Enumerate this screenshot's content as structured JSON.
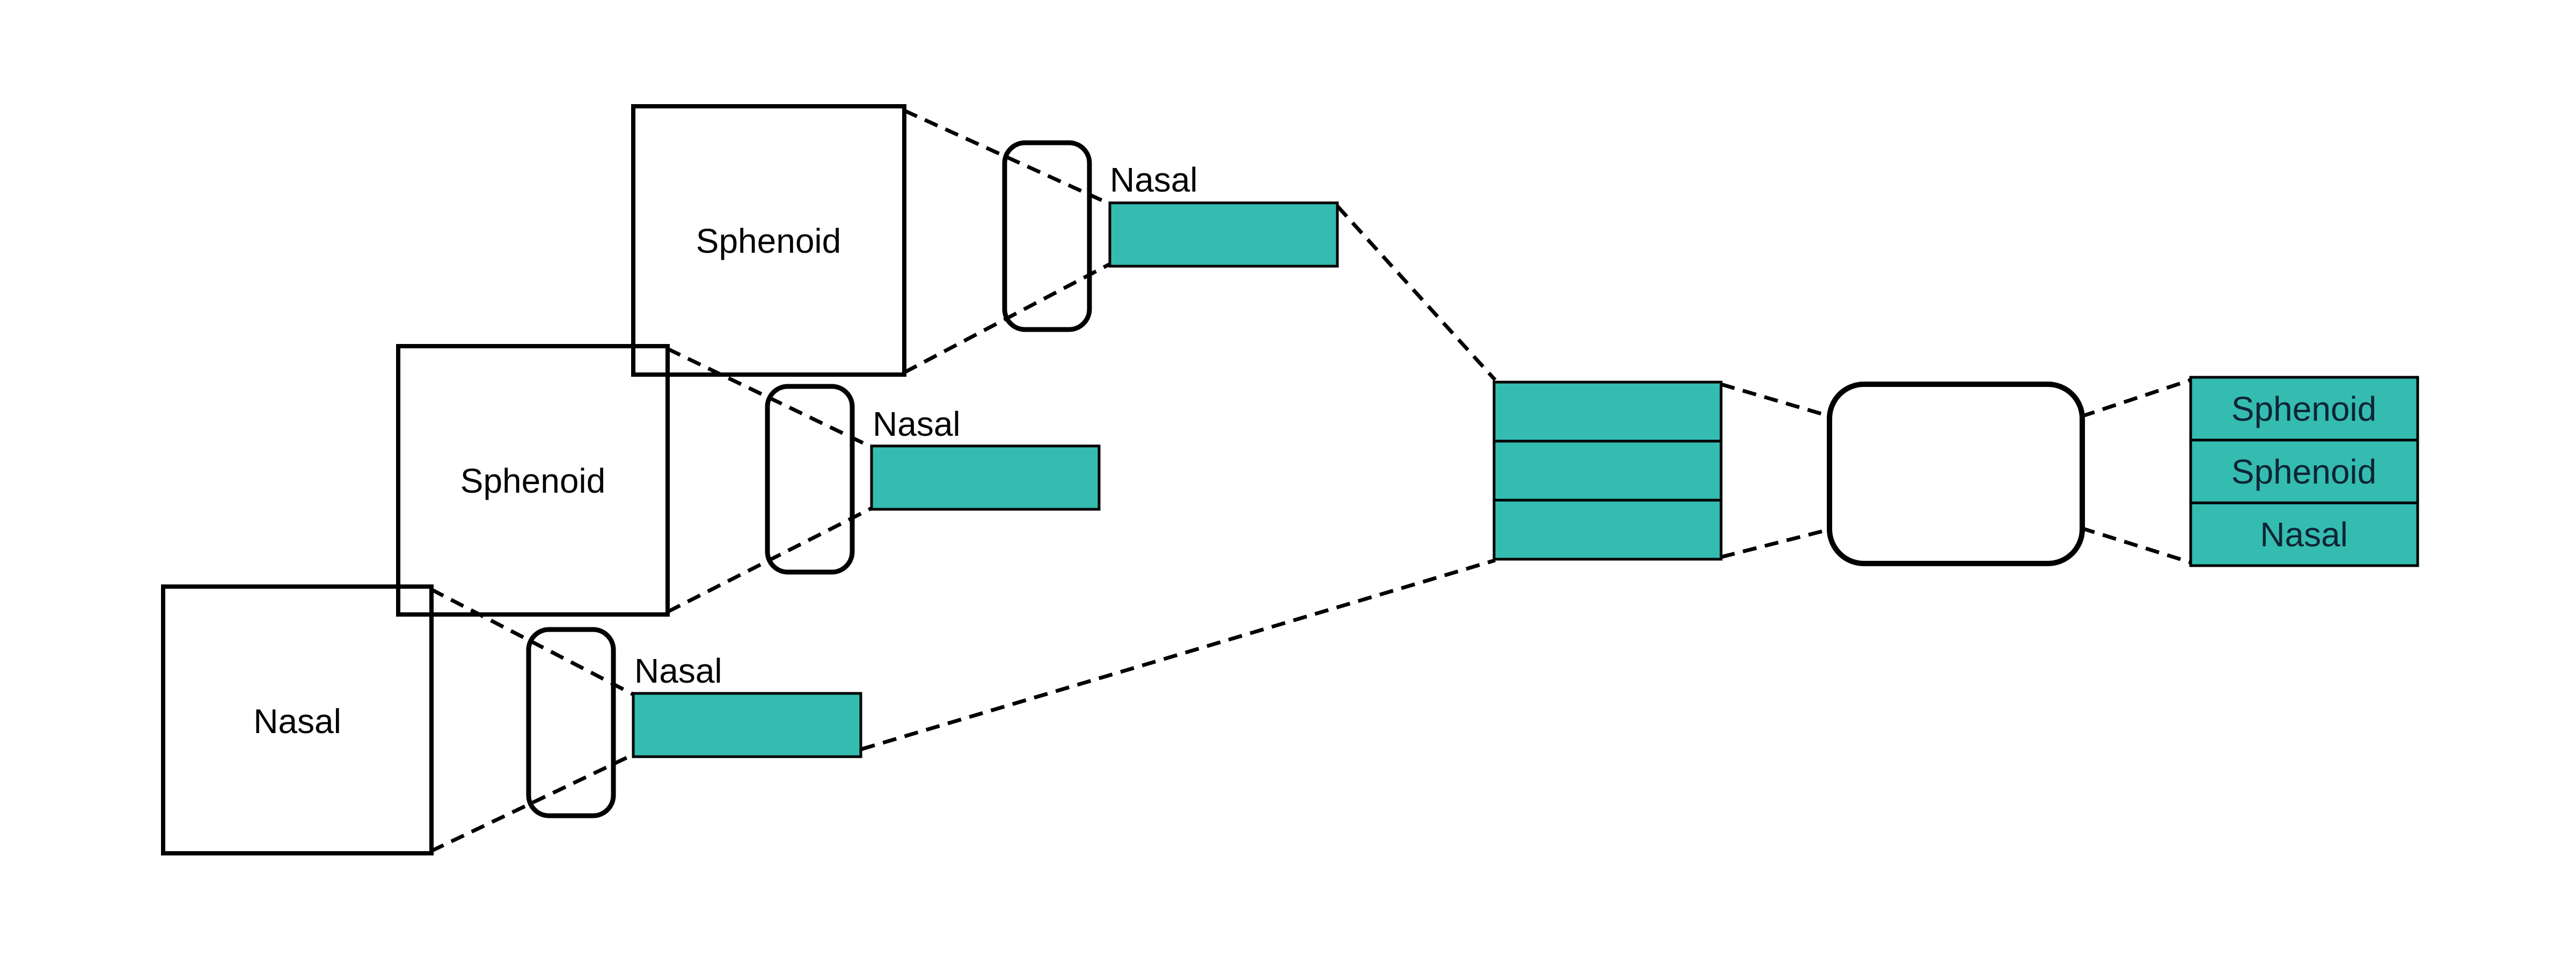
{
  "colors": {
    "background": "#ffffff",
    "teal": "#34bcb1",
    "outline": "#000000",
    "label_text": "#000000",
    "output_text": "#0d2433"
  },
  "input_squares": [
    {
      "label": "Sphenoid"
    },
    {
      "label": "Sphenoid"
    },
    {
      "label": "Nasal"
    }
  ],
  "patch_bars": [
    {
      "label": "Nasal"
    },
    {
      "label": "Nasal"
    },
    {
      "label": "Nasal"
    }
  ],
  "aggregate_box": {
    "row_count": 3
  },
  "output_rows": [
    {
      "label": "Sphenoid"
    },
    {
      "label": "Sphenoid"
    },
    {
      "label": "Nasal"
    }
  ]
}
